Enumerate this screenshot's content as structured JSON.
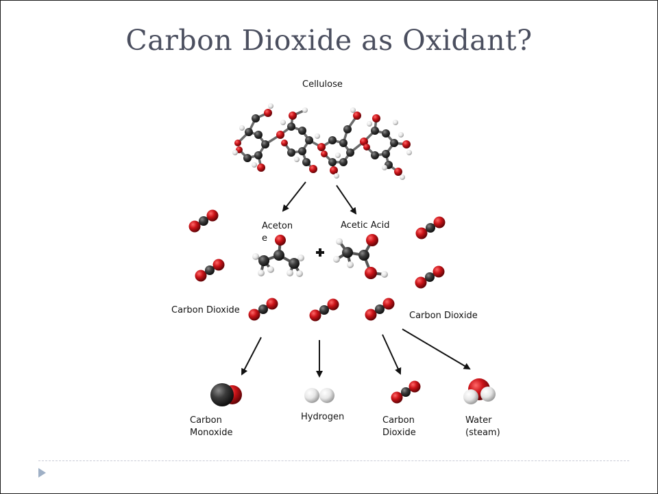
{
  "slide": {
    "title": "Carbon Dioxide as Oxidant?"
  },
  "labels": {
    "cellulose": "Cellulose",
    "acetone_line1": "Aceton",
    "acetone_line2": "e",
    "acetic_acid": "Acetic Acid",
    "co2_left": "Carbon Dioxide",
    "co2_right": "Carbon Dioxide",
    "co_line1": "Carbon",
    "co_line2": "Monoxide",
    "hydrogen": "Hydrogen",
    "co2_product_line1": "Carbon",
    "co2_product_line2": "Dioxide",
    "water_line1": "Water",
    "water_line2": "(steam)"
  },
  "colors": {
    "title": "#4b4f5f",
    "carbon": "#3a3a3a",
    "oxygen": "#c4121a",
    "hydrogen": "#e8e8e8",
    "arrow": "#111111",
    "footer_accent": "#9fb0c6"
  },
  "icons": {
    "cellulose": "cellulose-molecule-icon",
    "acetone": "acetone-molecule-icon",
    "acetic_acid": "acetic-acid-molecule-icon",
    "co2": "co2-molecule-icon",
    "co": "carbon-monoxide-molecule-icon",
    "h2": "hydrogen-molecule-icon",
    "water": "water-molecule-icon",
    "plus": "plus-icon",
    "arrow": "arrow-icon"
  }
}
